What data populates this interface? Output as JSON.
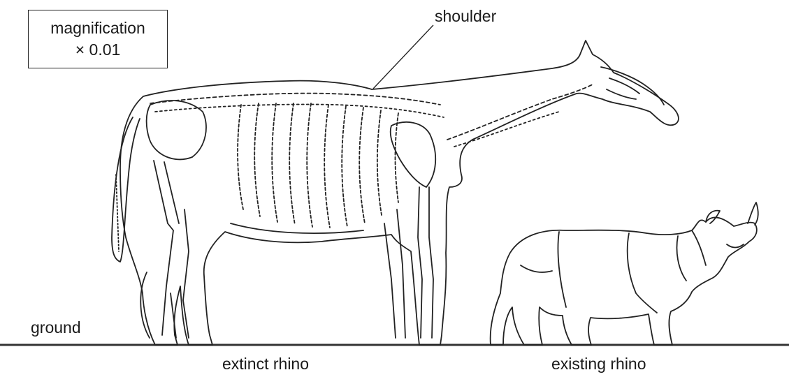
{
  "magnification": {
    "line1": "magnification",
    "line2": "× 0.01"
  },
  "labels": {
    "shoulder": "shoulder",
    "ground": "ground",
    "extinct": "extinct rhino",
    "existing": "existing rhino"
  }
}
